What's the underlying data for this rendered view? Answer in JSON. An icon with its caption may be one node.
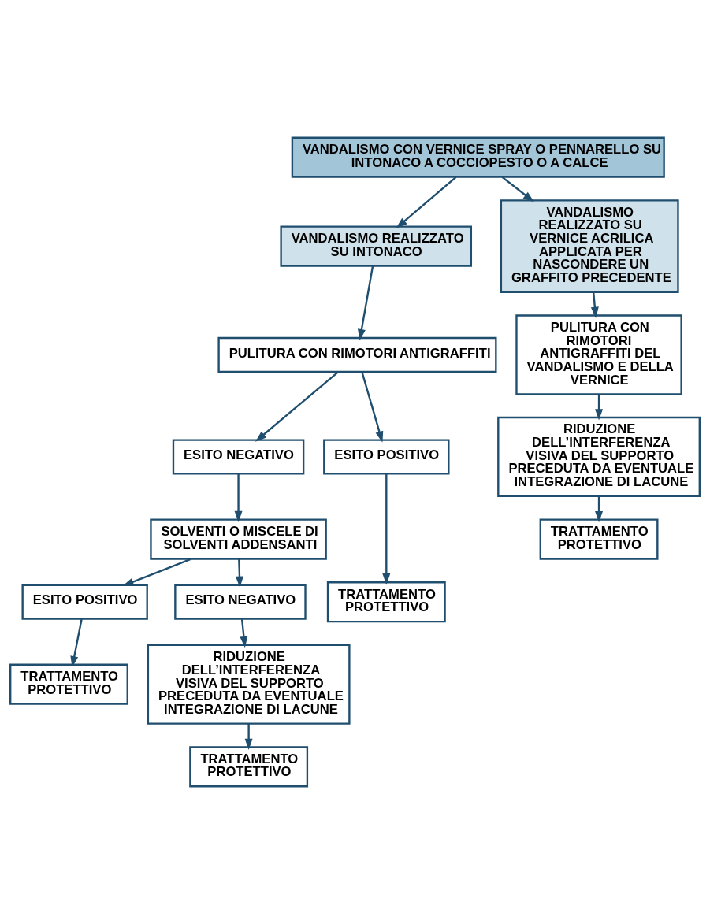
{
  "diagram": {
    "nodes": [
      {
        "text": [
          "VANDALISMO CON VERNICE SPRAY O PENNARELLO SU INTONACO A COCCIOPESTO O A CALCE"
        ]
      },
      {
        "text": [
          "VANDALISMO REALIZZATO SU INTONACO"
        ]
      },
      {
        "text": [
          "VANDALISMO REALIZZATO SU VERNICE ACRILICA APPLICATA PER NASCONDERE UN GRAFFITO PRECEDENTE"
        ]
      },
      {
        "text": [
          "PULITURA CON RIMOTORI ANTIGRAFFITI"
        ]
      },
      {
        "text": [
          "ESITO NEGATIVO"
        ]
      },
      {
        "text": [
          "ESITO POSITIVO"
        ]
      },
      {
        "text": [
          "SOLVENTI O MISCELE DI SOLVENTI ADDENSANTI"
        ]
      },
      {
        "text": [
          "TRATTAMENTO PROTETTIVO"
        ]
      },
      {
        "text": [
          "ESITO POSITIVO"
        ]
      },
      {
        "text": [
          "ESITO NEGATIVO"
        ]
      },
      {
        "text": [
          "TRATTAMENTO PROTETTIVO"
        ]
      },
      {
        "text": [
          "RIDUZIONE DELL’INTERFERENZA VISIVA DEL SUPPORTO PRECEDUTA DA EVENTUALE INTEGRAZIONE DI LACUNE"
        ]
      },
      {
        "text": [
          "TRATTAMENTO PROTETTIVO"
        ]
      },
      {
        "text": [
          "PULITURA CON RIMOTORI ANTIGRAFFITI DEL VANDALISMO E DELLA VERNICE"
        ]
      },
      {
        "text": [
          "RIDUZIONE DELL’INTERFERENZA VISIVA DEL SUPPORTO PRECEDUTA DA EVENTUALE INTEGRAZIONE DI LACUNE"
        ]
      },
      {
        "text": [
          "TRATTAMENTO PROTETTIVO"
        ]
      }
    ],
    "edges": [
      {
        "from": 0,
        "to": 1,
        "arrow": "to"
      },
      {
        "from": 0,
        "to": 2,
        "arrow": "to"
      },
      {
        "from": 1,
        "to": 3,
        "arrow": "to"
      },
      {
        "from": 3,
        "to": 4,
        "arrow": "to"
      },
      {
        "from": 3,
        "to": 5,
        "arrow": "to"
      },
      {
        "from": 4,
        "to": 6,
        "arrow": "to"
      },
      {
        "from": 5,
        "to": 7,
        "arrow": "to"
      },
      {
        "from": 6,
        "to": 8,
        "arrow": "to"
      },
      {
        "from": 6,
        "to": 9,
        "arrow": "to"
      },
      {
        "from": 8,
        "to": 10,
        "arrow": "to"
      },
      {
        "from": 9,
        "to": 11,
        "arrow": "to"
      },
      {
        "from": 11,
        "to": 12,
        "arrow": "to"
      },
      {
        "from": 2,
        "to": 13,
        "arrow": "to"
      },
      {
        "from": 13,
        "to": 14,
        "arrow": "to"
      },
      {
        "from": 14,
        "to": 15,
        "arrow": "to"
      }
    ]
  }
}
